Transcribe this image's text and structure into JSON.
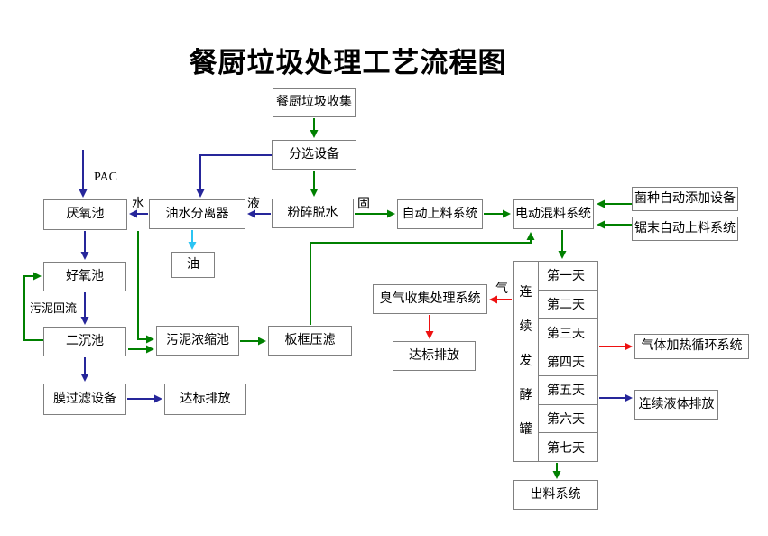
{
  "title": "餐厨垃圾处理工艺流程图",
  "nodes": {
    "collect": "餐厨垃圾收集",
    "sorting": "分选设备",
    "oil_water_separator": "油水分离器",
    "anaerobic_tank": "厌氧池",
    "crush_dewater": "粉碎脱水",
    "auto_feed_system": "自动上料系统",
    "electric_mixing_system": "电动混料系统",
    "bacteria_adding_equipment": "菌种自动添加设备",
    "sawdust_feed_system": "锯末自动上料系统",
    "oil": "油",
    "aerobic_tank": "好氧池",
    "secondary_sedimentation_tank": "二沉池",
    "sludge_thickening_tank": "污泥浓缩池",
    "plate_frame_filter_press": "板框压滤",
    "membrane_filter_equipment": "膜过滤设备",
    "discharge_left": "达标排放",
    "odor_treatment_system": "臭气收集处理系统",
    "discharge_mid": "达标排放",
    "gas_heating_circulation_system": "气体加热循环系统",
    "continuous_liquid_discharge": "连续液体排放",
    "output_system": "出料系统"
  },
  "labels": {
    "pac": "PAC",
    "water": "水",
    "liquid": "液",
    "solid": "固",
    "sludge_return": "污泥回流",
    "gas": "气"
  },
  "tank": {
    "label": "连续发酵罐",
    "days": [
      "第一天",
      "第二天",
      "第三天",
      "第四天",
      "第五天",
      "第六天",
      "第七天"
    ]
  },
  "colors": {
    "flow_green": "#008000",
    "flow_navy": "#26269a",
    "flow_red": "#ee1111",
    "flow_cyan": "#2bc4f3",
    "box_border": "#808080"
  }
}
